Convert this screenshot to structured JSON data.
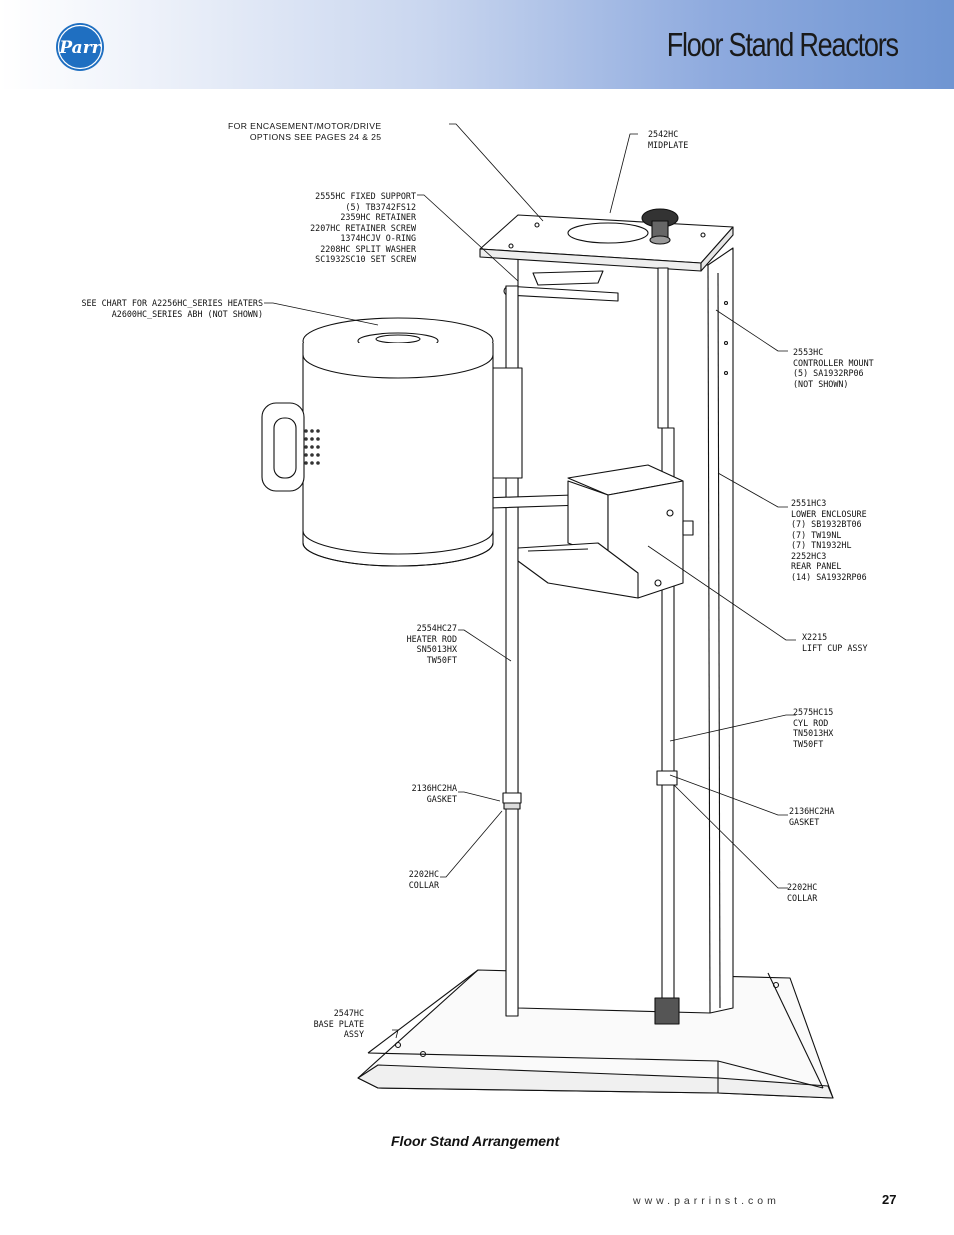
{
  "header": {
    "title": "Floor Stand Reactors",
    "logo_text": "Parr",
    "colors": {
      "gradient_start": "#ffffff",
      "gradient_end": "#6f95d2",
      "logo": "#1f6fc1"
    }
  },
  "drawing": {
    "labels": {
      "encasement": "FOR ENCASEMENT/MOTOR/DRIVE\nOPTIONS SEE PAGES 24 & 25",
      "midplate": "2542HC\nMIDPLATE",
      "fixed_support": "2555HC FIXED SUPPORT\n(5) TB3742FS12\n2359HC RETAINER\n2207HC RETAINER SCREW\n1374HCJV O-RING\n2208HC SPLIT WASHER\nSC1932SC10 SET SCREW",
      "heaters": "SEE CHART FOR A2256HC_SERIES HEATERS\nA2600HC_SERIES ABH (NOT SHOWN)",
      "controller_mount": "2553HC\nCONTROLLER MOUNT\n(5) SA1932RP06\n(NOT SHOWN)",
      "lower_enclosure": "2551HC3\nLOWER ENCLOSURE\n(7) SB1932BT06\n(7) TW19NL\n(7) TN1932HL\n2252HC3\nREAR PANEL\n(14) SA1932RP06",
      "heater_rod": "2554HC27\nHEATER ROD\nSN5013HX\nTW50FT",
      "lift_cup": "X2215\nLIFT CUP ASSY",
      "cyl_rod": "2575HC15\nCYL ROD\nTN5013HX\nTW50FT",
      "gasket_left": "2136HC2HA\nGASKET",
      "gasket_right": "2136HC2HA\nGASKET",
      "collar_left": "2202HC\nCOLLAR",
      "collar_right": "2202HC\nCOLLAR",
      "base_plate": "2547HC\nBASE PLATE\nASSY"
    }
  },
  "caption": "Floor Stand Arrangement",
  "footer": {
    "url": "www.parrinst.com",
    "page_number": "27"
  }
}
